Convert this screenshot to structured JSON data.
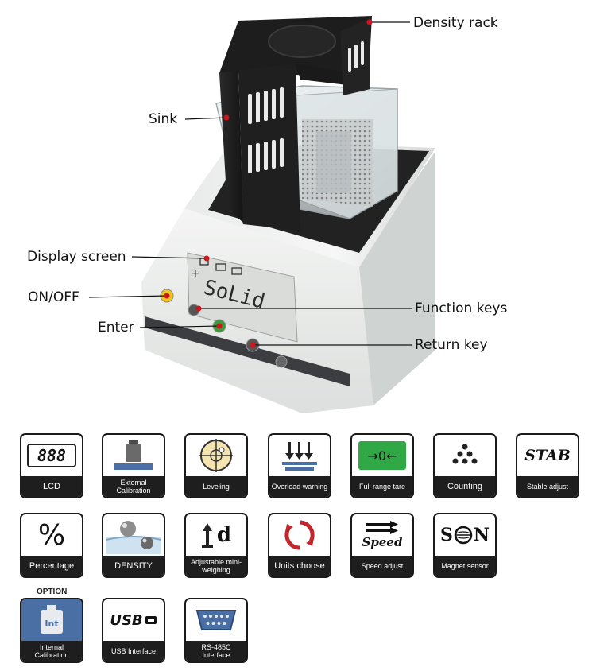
{
  "callouts": {
    "density_rack": "Density rack",
    "sink": "Sink",
    "display_screen": "Display screen",
    "on_off": "ON/OFF",
    "function_keys": "Function keys",
    "enter": "Enter",
    "return_key": "Return key"
  },
  "lcd_readout": "SoLid",
  "features": [
    {
      "icon": "lcd-digits-icon",
      "label": "LCD"
    },
    {
      "icon": "calibration-weight-icon",
      "label": "External Calibration"
    },
    {
      "icon": "leveling-bubble-icon",
      "label": "Leveling"
    },
    {
      "icon": "overload-arrows-icon",
      "label": "Overload warning"
    },
    {
      "icon": "zero-tare-icon",
      "label": "Full range tare"
    },
    {
      "icon": "counting-dots-icon",
      "label": "Counting"
    },
    {
      "icon": "stab-text-icon",
      "label": "Stable adjust"
    },
    {
      "icon": "percent-icon",
      "label": "Percentage"
    },
    {
      "icon": "density-spheres-icon",
      "label": "DENSITY"
    },
    {
      "icon": "mini-weighing-icon",
      "label": "Adjustable mini-weighing"
    },
    {
      "icon": "units-cycle-icon",
      "label": "Units choose"
    },
    {
      "icon": "speed-arrows-icon",
      "label": "Speed adjust"
    },
    {
      "icon": "magnet-icon",
      "label": "Magnet sensor"
    },
    {
      "icon": "internal-weight-icon",
      "label": "Internal Calibration"
    },
    {
      "icon": "usb-icon",
      "label": "USB Interface"
    },
    {
      "icon": "rs485-port-icon",
      "label": "RS-485C Interface"
    }
  ],
  "icon_text": {
    "lcd": "888",
    "zero": "→0←",
    "stab": "STAB",
    "percent": "%",
    "mini": "d",
    "speed": "Speed",
    "magnet_left": "S",
    "magnet_right": "N",
    "internal": "Int",
    "usb": "USB"
  },
  "option_label": "OPTION"
}
